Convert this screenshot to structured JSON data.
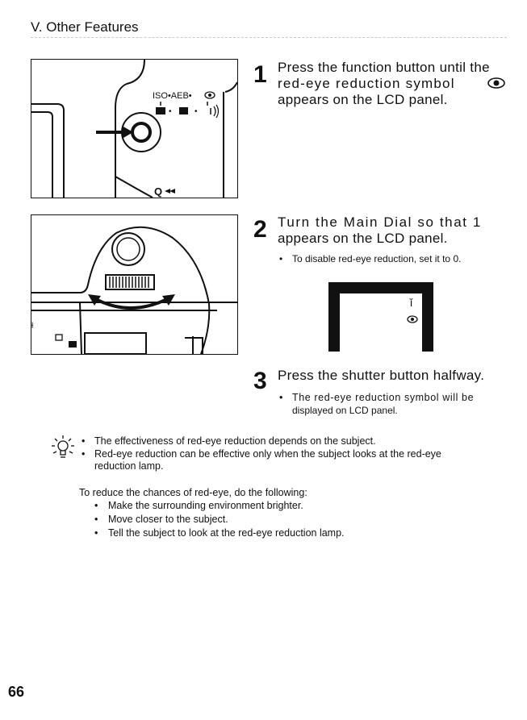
{
  "header": {
    "section_title": "V. Other Features"
  },
  "figures": {
    "camera_top": {
      "label_iso_aeb": "ISO•AEB•",
      "label_bottom": "•",
      "label_ql": "Q"
    },
    "camera_back": {
      "label_mark": "ƚ"
    }
  },
  "steps": [
    {
      "number": "1",
      "line1": "Press the function button until the",
      "line2": "red-eye reduction symbol",
      "line3": "appears on the LCD panel."
    },
    {
      "number": "2",
      "line1": "Turn the Main Dial so that 1",
      "line2": "appears on the LCD panel.",
      "bullet": "To disable red-eye reduction, set it to 0."
    },
    {
      "number": "3",
      "line1": "Press the shutter button halfway.",
      "bullet_line1": "The red-eye reduction symbol will be",
      "bullet_line2": "displayed on LCD panel."
    }
  ],
  "lcd_panel": {
    "digit": "ǐ"
  },
  "tips": {
    "bullet1": "The effectiveness of red-eye reduction depends on the subject.",
    "bullet2_line1": "Red-eye reduction can be effective only when the subject looks at the red-eye",
    "bullet2_line2": "reduction lamp."
  },
  "advice": {
    "intro": "To reduce the chances of red-eye, do the following:",
    "items": [
      "Make the surrounding environment brighter.",
      "Move closer to the subject.",
      "Tell the subject to look at the red-eye reduction lamp."
    ]
  },
  "footer": {
    "page_number": "66"
  },
  "icons": {
    "red_eye": "red-eye-icon",
    "tip": "lightbulb-icon"
  }
}
